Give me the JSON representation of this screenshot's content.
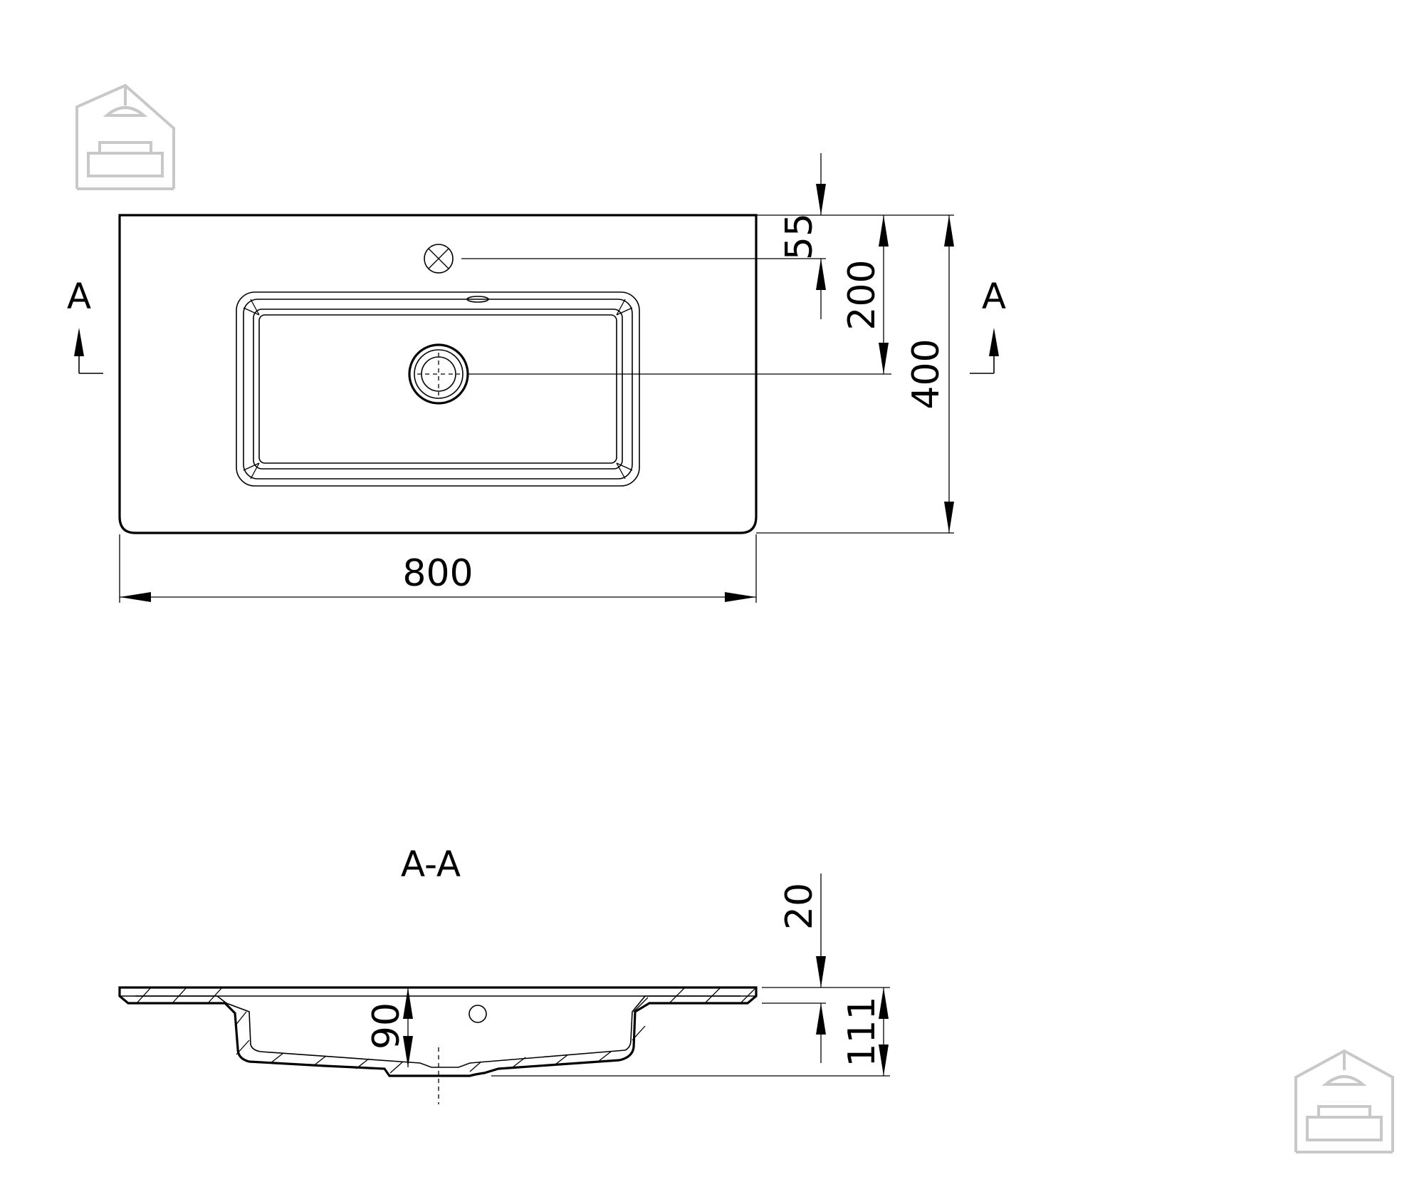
{
  "plan_view": {
    "width_dim": "800",
    "depth_dim": "400",
    "drain_offset_dim": "200",
    "tap_offset_dim": "55",
    "section_marker_left": "A",
    "section_marker_right": "A"
  },
  "section_view": {
    "title": "A-A",
    "rim_thickness_dim": "20",
    "bowl_depth_dim": "90",
    "total_height_dim": "111"
  },
  "colors": {
    "line": "#000000",
    "logo": "#c8c8c8"
  },
  "icons": [
    "house-sofa-logo-icon"
  ]
}
